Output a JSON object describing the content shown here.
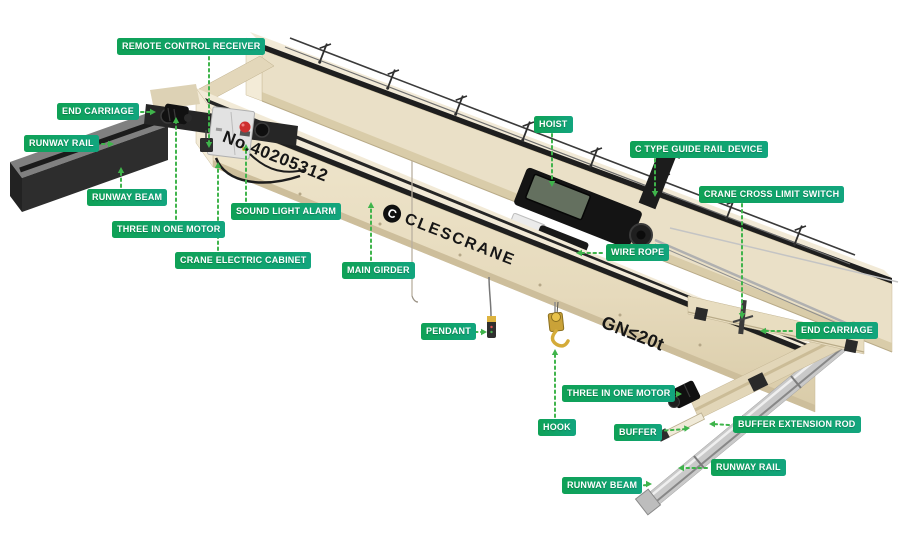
{
  "branding": {
    "logo_text": "CLESCRANE",
    "logo_monogram": "C"
  },
  "crane_markings": {
    "serial_number": "No.40205312",
    "capacity_marking": "GN≤20t"
  },
  "labels": [
    {
      "id": "remote-control-receiver",
      "text": "REMOTE CONTROL RECEIVER"
    },
    {
      "id": "end-carriage-left",
      "text": "END CARRIAGE"
    },
    {
      "id": "runway-rail-left",
      "text": "RUNWAY RAIL"
    },
    {
      "id": "runway-beam-left",
      "text": "RUNWAY BEAM"
    },
    {
      "id": "three-in-one-motor-left",
      "text": "THREE IN ONE MOTOR"
    },
    {
      "id": "sound-light-alarm",
      "text": "SOUND LIGHT ALARM"
    },
    {
      "id": "crane-electric-cabinet",
      "text": "CRANE ELECTRIC CABINET"
    },
    {
      "id": "main-girder",
      "text": "MAIN GIRDER"
    },
    {
      "id": "hoist",
      "text": "HOIST"
    },
    {
      "id": "c-type-guide-rail-device",
      "text": "C TYPE GUIDE RAIL DEVICE"
    },
    {
      "id": "crane-cross-limit-switch",
      "text": "CRANE CROSS LIMIT SWITCH"
    },
    {
      "id": "wire-rope",
      "text": "WIRE ROPE"
    },
    {
      "id": "pendant",
      "text": "PENDANT"
    },
    {
      "id": "end-carriage-right",
      "text": "END CARRIAGE"
    },
    {
      "id": "three-in-one-motor-right",
      "text": "THREE IN ONE MOTOR"
    },
    {
      "id": "hook",
      "text": "HOOK"
    },
    {
      "id": "buffer",
      "text": "BUFFER"
    },
    {
      "id": "buffer-extension-rod",
      "text": "BUFFER EXTENSION ROD"
    },
    {
      "id": "runway-rail-right",
      "text": "RUNWAY RAIL"
    },
    {
      "id": "runway-beam-right",
      "text": "RUNWAY BEAM"
    }
  ],
  "colors": {
    "label_gradient_start": "#0FA156",
    "label_gradient_end": "#12A57E",
    "leader_line_green": "#3FB44B",
    "girder_beige": "#E7DCC0",
    "girder_top_face": "#F2EAD7",
    "girder_shadow": "#CDBE9B",
    "steel_dark": "#1C1C1C",
    "hook_yellow": "#E2B33C",
    "alarm_red": "#CE2F2F"
  }
}
